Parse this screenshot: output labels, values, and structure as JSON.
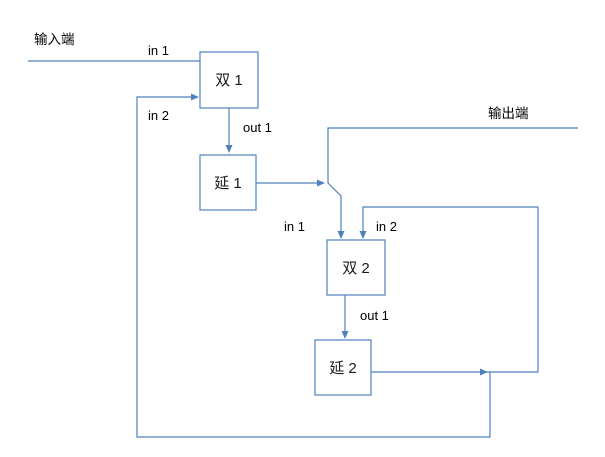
{
  "diagram": {
    "line_color": "#4f81bd",
    "input_label": "输入端",
    "output_label": "输出端",
    "boxes": [
      {
        "label": "双 1"
      },
      {
        "label": "延 1"
      },
      {
        "label": "双 2"
      },
      {
        "label": "延 2"
      }
    ],
    "ports": {
      "b1_in1": "in 1",
      "b1_in2": "in 2",
      "b1_out1": "out 1",
      "b2_in1": "in 1",
      "b2_in2": "in 2",
      "b2_out1": "out 1"
    }
  }
}
